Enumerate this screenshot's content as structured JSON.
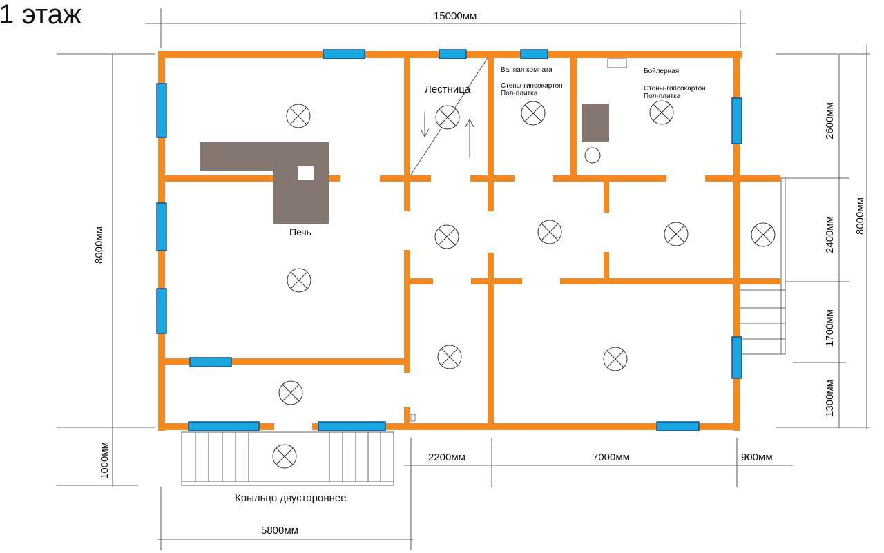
{
  "title": "1 этаж",
  "labels": {
    "stairs": "Лестница",
    "bathroom": "Ванная комната",
    "bathroom_walls": "Стены-гипсокартон",
    "bathroom_floor": "Пол-плитка",
    "boiler": "Бойлерная",
    "boiler_walls": "Стены-гипсокартон",
    "boiler_floor": "Пол-плитка",
    "stove": "Печь",
    "porch": "Крыльцо двустороннее"
  },
  "dimensions": {
    "top_total": "15000мм",
    "left_total": "8000мм",
    "right_total": "8000мм",
    "right_1": "2600мм",
    "right_2": "2400мм",
    "right_3": "1700мм",
    "right_4": "1300мм",
    "porch_depth": "1000мм",
    "bottom_1": "2200мм",
    "bottom_2": "7000мм",
    "bottom_3": "900мм",
    "porch_width": "5800мм"
  },
  "colors": {
    "wall": "#F28A21",
    "window": "#1AA7E0",
    "stove": "#847770"
  }
}
